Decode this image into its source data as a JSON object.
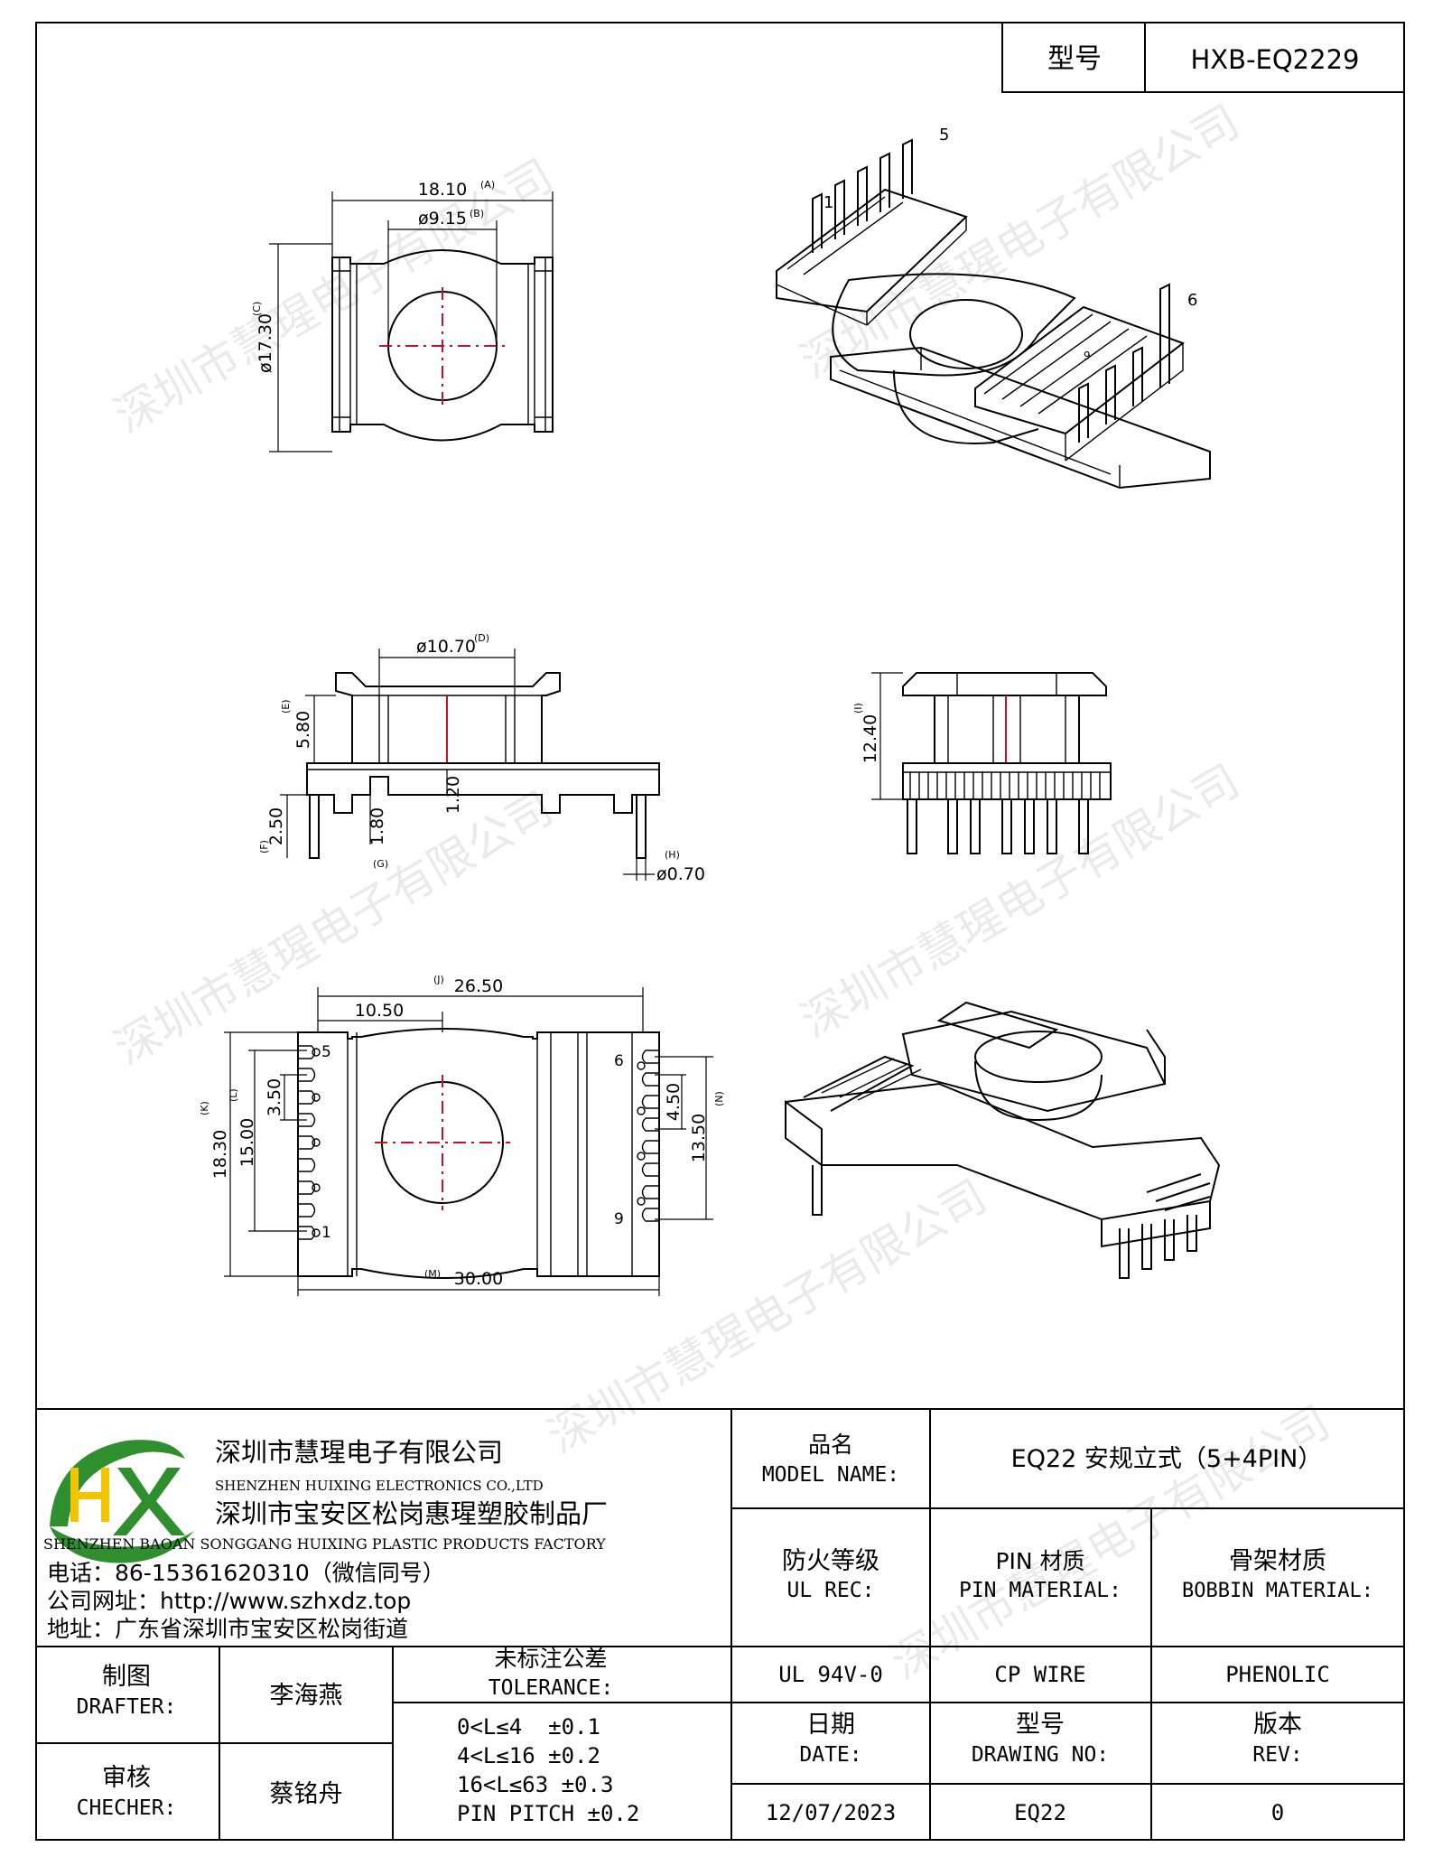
{
  "header": {
    "model_label": "型号",
    "model_value": "HXB-EQ2229"
  },
  "watermark": "深圳市慧瑆电子有限公司",
  "company": {
    "name_cn_1": "深圳市慧瑆电子有限公司",
    "name_en_1": "SHENZHEN HUIXING ELECTRONICS CO.,LTD",
    "name_cn_2": "深圳市宝安区松岗惠瑆塑胶制品厂",
    "name_en_2": "SHENZHEN BAOAN SONGGANG HUIXING PLASTIC PRODUCTS FACTORY",
    "phone": "电话：86-15361620310（微信同号）",
    "website": "公司网址：http://www.szhxdz.top",
    "address": "地址：广东省深圳市宝安区松岗街道",
    "logo_colors": {
      "green": "#2f8f2f",
      "yellow": "#f2c400"
    }
  },
  "title_block": {
    "model_name_cn": "品名",
    "model_name_en": "MODEL NAME:",
    "model_name_value": "EQ22 安规立式（5+4PIN）",
    "fire_cn": "防火等级",
    "fire_en": "UL REC:",
    "fire_value": "UL 94V-0",
    "pin_cn": "PIN 材质",
    "pin_en": "PIN MATERIAL:",
    "pin_value": "CP WIRE",
    "bobbin_cn": "骨架材质",
    "bobbin_en": "BOBBIN MATERIAL:",
    "bobbin_value": "PHENOLIC",
    "drafter_cn": "制图",
    "drafter_en": "DRAFTER:",
    "drafter_value": "李海燕",
    "checker_cn": "审核",
    "checker_en": "CHECHER:",
    "checker_value": "蔡铭舟",
    "tol_cn": "未标注公差",
    "tol_en": "TOLERANCE:",
    "tol_lines": [
      "0<L≤4  ±0.1",
      "4<L≤16 ±0.2",
      "16<L≤63 ±0.3",
      "PIN PITCH ±0.2"
    ],
    "date_cn": "日期",
    "date_en": "DATE:",
    "date_value": "12/07/2023",
    "dwg_cn": "型号",
    "dwg_en": "DRAWING NO:",
    "dwg_value": "EQ22",
    "rev_cn": "版本",
    "rev_en": "REV:",
    "rev_value": "0"
  },
  "dimensions": {
    "top": {
      "a": "18.10",
      "a_tag": "(A)",
      "b": "ø9.15",
      "b_tag": "(B)",
      "c": "ø17.30",
      "c_tag": "(C)"
    },
    "side": {
      "d": "ø10.70",
      "d_tag": "(D)",
      "e": "5.80",
      "e_tag": "(E)",
      "f": "2.50",
      "f_tag": "(F)",
      "g": "1.80",
      "g_tag": "(G)",
      "wall": "1.20",
      "h": "ø0.70",
      "h_tag": "(H)"
    },
    "front": {
      "i": "12.40",
      "i_tag": "(I)"
    },
    "bottom": {
      "j": "26.50",
      "j_tag": "(J)",
      "pitch": "10.50",
      "k": "18.30",
      "k_tag": "(K)",
      "l": "15.00",
      "l_tag": "(L)",
      "s1": "3.50",
      "m": "30.00",
      "m_tag": "(M)",
      "n": "13.50",
      "n_tag": "(N)",
      "s2": "4.50"
    },
    "pins": {
      "p1": "1",
      "p5": "5",
      "p6": "6",
      "p9": "9"
    }
  }
}
